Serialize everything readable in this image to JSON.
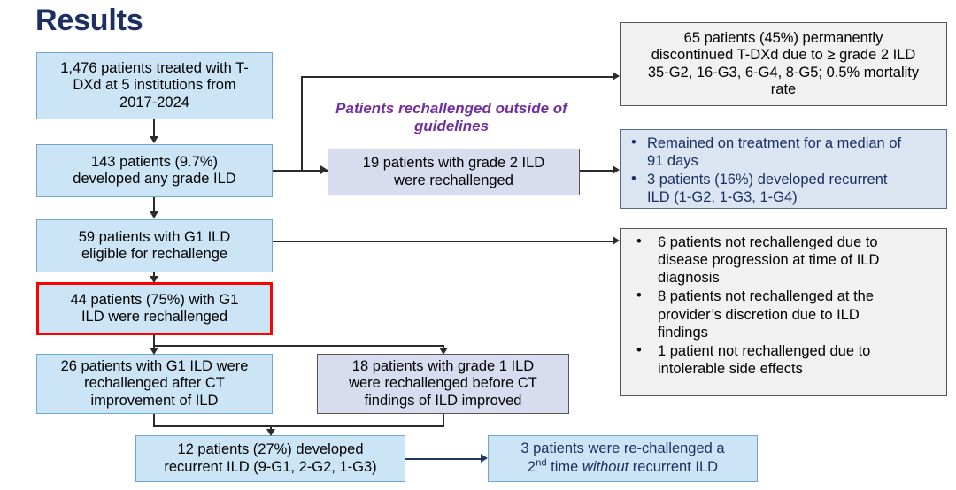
{
  "title": "Results",
  "annotation": "Patients rechallenged outside of guidelines",
  "colors": {
    "title": "#1b2f63",
    "annotation": "#7030a0",
    "box_blue_fill": "#cce5f6",
    "box_blue_border": "#6fa8cf",
    "box_lavender_fill": "#d7dcee",
    "box_grey_fill": "#f1f1f1",
    "box_bluebullet_fill": "#dbe5f1",
    "highlight_outline": "#ff0000",
    "connector": "#2b2b2b",
    "connector_navy": "#1f3864"
  },
  "boxes": {
    "cohort": {
      "lines": [
        "1,476 patients treated with T-",
        "DXd at 5 institutions from",
        "2017-2024"
      ]
    },
    "any_grade_ild": {
      "lines": [
        "143 patients (9.7%)",
        "developed any grade ILD"
      ]
    },
    "g1_eligible": {
      "lines": [
        "59 patients with G1 ILD",
        "eligible for rechallenge"
      ]
    },
    "g1_rechallenged": {
      "lines": [
        "44 patients (75%) with G1",
        "ILD were rechallenged"
      ]
    },
    "after_ct_improvement": {
      "lines": [
        "26 patients with G1 ILD were",
        "rechallenged after CT",
        "improvement of ILD"
      ]
    },
    "before_ct_findings": {
      "lines": [
        "18 patients with grade 1 ILD",
        "were rechallenged before CT",
        "findings of ILD improved"
      ]
    },
    "recurrent_ild": {
      "lines": [
        "12 patients (27%) developed",
        "recurrent ILD (9-G1, 2-G2, 1-G3)"
      ]
    },
    "second_rechallenge": {
      "line1": "3 patients were re-challenged a",
      "line2_pre": "2",
      "line2_sup": "nd",
      "line2_mid": " time ",
      "line2_ital": "without",
      "line2_post": " recurrent ILD"
    },
    "grade2_rechallenged": {
      "lines": [
        "19 patients with grade 2 ILD",
        "were rechallenged"
      ]
    },
    "discontinued": {
      "lines": [
        "65 patients (45%) permanently",
        "discontinued T-DXd due to ≥ grade 2 ILD",
        "35-G2, 16-G3, 6-G4, 8-G5; 0.5% mortality",
        "rate"
      ]
    },
    "grade2_outcomes": {
      "bullet": "•",
      "items": [
        [
          "Remained on treatment for a median of",
          "91 days"
        ],
        [
          "3 patients (16%) developed recurrent",
          "ILD (1-G2, 1-G3, 1-G4)"
        ]
      ]
    },
    "not_rechallenged": {
      "bullet": "•",
      "items": [
        [
          "6 patients not rechallenged due to",
          "disease progression at time of ILD",
          "diagnosis"
        ],
        [
          "8 patients not rechallenged at the",
          "provider’s discretion due to ILD",
          "findings"
        ],
        [
          "1 patient not rechallenged due to",
          "intolerable side effects"
        ]
      ]
    }
  }
}
